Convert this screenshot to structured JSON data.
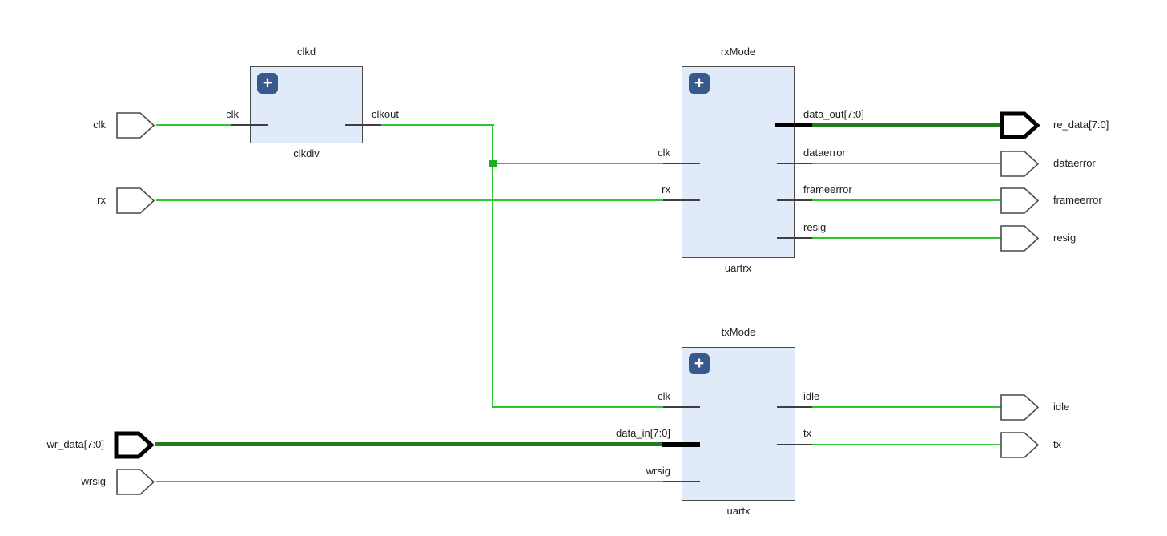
{
  "diagram": {
    "tool_context": "block-design-schematic",
    "icons": {
      "plus": "+"
    },
    "colors": {
      "background": "#ffffff",
      "block_fill": "#e0eaf8",
      "block_border": "#4a4a4a",
      "net_wire": "#2fc52f",
      "bus_wire": "#1e7e1e",
      "pin_stub": "#3f3f3f",
      "bus_stub": "#000000",
      "plus_icon_bg": "#38598e",
      "text": "#1f1f1f"
    },
    "blocks": [
      {
        "instance": "clkd",
        "module": "clkdiv",
        "pins_left": [
          {
            "label": "clk"
          }
        ],
        "pins_right": [
          {
            "label": "clkout"
          }
        ]
      },
      {
        "instance": "rxMode",
        "module": "uartrx",
        "pins_left": [
          {
            "label": "clk"
          },
          {
            "label": "rx"
          }
        ],
        "pins_right": [
          {
            "label": "data_out[7:0]",
            "bus": true
          },
          {
            "label": "dataerror"
          },
          {
            "label": "frameerror"
          },
          {
            "label": "resig"
          }
        ]
      },
      {
        "instance": "txMode",
        "module": "uartx",
        "pins_left": [
          {
            "label": "clk"
          },
          {
            "label": "data_in[7:0]",
            "bus": true
          },
          {
            "label": "wrsig"
          }
        ],
        "pins_right": [
          {
            "label": "idle"
          },
          {
            "label": "tx"
          }
        ]
      }
    ],
    "input_ports": [
      {
        "label": "clk"
      },
      {
        "label": "rx"
      },
      {
        "label": "wr_data[7:0]",
        "bus": true
      },
      {
        "label": "wrsig"
      }
    ],
    "output_ports": [
      {
        "label": "re_data[7:0]",
        "bus": true
      },
      {
        "label": "dataerror"
      },
      {
        "label": "frameerror"
      },
      {
        "label": "resig"
      },
      {
        "label": "idle"
      },
      {
        "label": "tx"
      }
    ]
  }
}
